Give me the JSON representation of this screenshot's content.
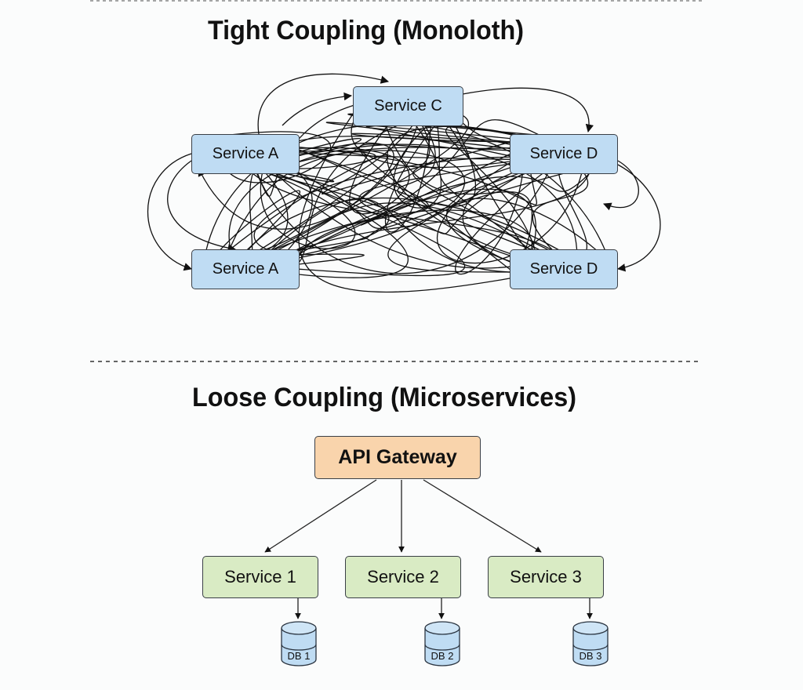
{
  "top_section": {
    "title": "Tight Coupling (Monoloth)",
    "nodes": [
      {
        "id": "a1",
        "label": "Service A"
      },
      {
        "id": "c",
        "label": "Service C"
      },
      {
        "id": "d1",
        "label": "Service D"
      },
      {
        "id": "a2",
        "label": "Service A"
      },
      {
        "id": "d2",
        "label": "Service D"
      }
    ]
  },
  "bottom_section": {
    "title": "Loose Coupling (Microservices)",
    "gateway": {
      "label": "API Gateway"
    },
    "services": [
      {
        "label": "Service 1",
        "db": "DB 1"
      },
      {
        "label": "Service 2",
        "db": "DB 2"
      },
      {
        "label": "Service 3",
        "db": "DB 3"
      }
    ]
  },
  "colors": {
    "service_blue": "#bfdcf3",
    "gateway_orange": "#f9d4ac",
    "service_green": "#d9ebc4",
    "db_blue": "#bfdcf3"
  }
}
